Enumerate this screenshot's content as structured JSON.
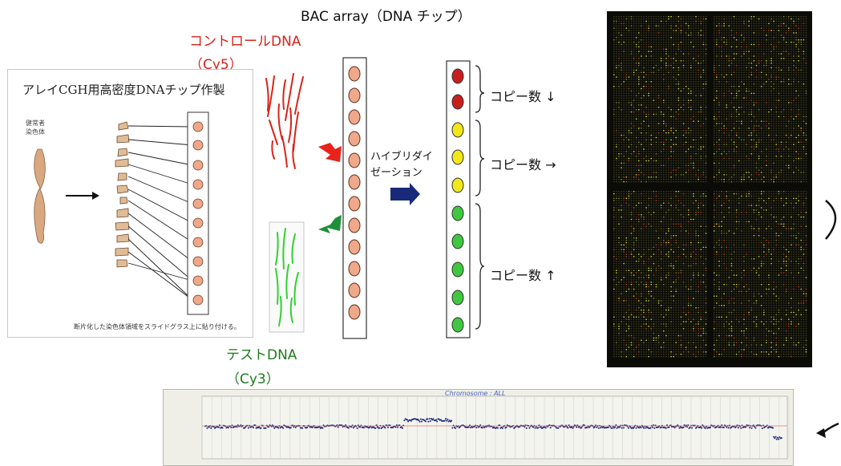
{
  "header": {
    "title": "BAC array（DNA チップ）"
  },
  "labels": {
    "control_dna": "コントロールDNA",
    "control_dye": "（Cy5）",
    "test_dna": "テストDNA",
    "test_dye": "（Cy3）",
    "hybridization_line1": "ハイブリダイ",
    "hybridization_line2": "ゼーション"
  },
  "panel": {
    "title": "アレイCGH用高密度DNAチップ作製",
    "chromosome_label": "健常者染色体",
    "caption": "断片化した染色体領域をスライドグラス上に貼り付ける。"
  },
  "copy_number": {
    "decrease": "コピー数 ↓",
    "normal": "コピー数 →",
    "increase": "コピー数 ↑"
  },
  "result_plot": {
    "title": "Chromosome : ALL"
  },
  "colors": {
    "control_red": "#d8231a",
    "test_green": "#1f7a1f",
    "spot_salmon": "#f0a88a",
    "hyb_arrow": "#1a2a7a",
    "red_spot": "#c81e1e",
    "yellow_spot": "#f2e71a",
    "green_spot": "#3fc83f",
    "array_bg": "#0b0b07"
  }
}
